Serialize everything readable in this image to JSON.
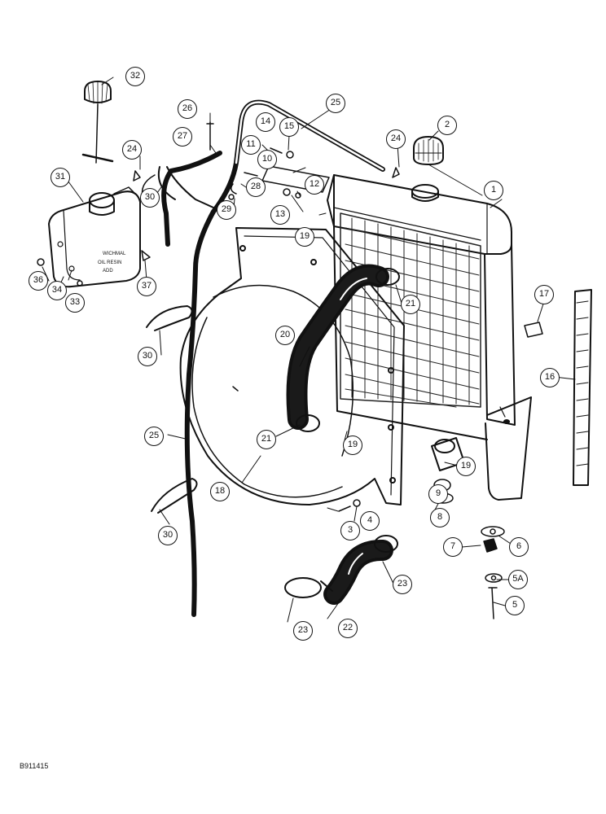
{
  "figure_id": "B911415",
  "callouts": [
    {
      "key": "c1",
      "label": "1"
    },
    {
      "key": "c2",
      "label": "2"
    },
    {
      "key": "c3",
      "label": "3"
    },
    {
      "key": "c4",
      "label": "4"
    },
    {
      "key": "c5",
      "label": "5"
    },
    {
      "key": "c5a",
      "label": "5A"
    },
    {
      "key": "c6",
      "label": "6"
    },
    {
      "key": "c7",
      "label": "7"
    },
    {
      "key": "c8",
      "label": "8"
    },
    {
      "key": "c9",
      "label": "9"
    },
    {
      "key": "c10",
      "label": "10"
    },
    {
      "key": "c11",
      "label": "11"
    },
    {
      "key": "c12",
      "label": "12"
    },
    {
      "key": "c13",
      "label": "13"
    },
    {
      "key": "c14",
      "label": "14"
    },
    {
      "key": "c15",
      "label": "15"
    },
    {
      "key": "c16",
      "label": "16"
    },
    {
      "key": "c17",
      "label": "17"
    },
    {
      "key": "c18",
      "label": "18"
    },
    {
      "key": "c19a",
      "label": "19"
    },
    {
      "key": "c19b",
      "label": "19"
    },
    {
      "key": "c19c",
      "label": "19"
    },
    {
      "key": "c20",
      "label": "20"
    },
    {
      "key": "c21a",
      "label": "21"
    },
    {
      "key": "c21b",
      "label": "21"
    },
    {
      "key": "c22",
      "label": "22"
    },
    {
      "key": "c23a",
      "label": "23"
    },
    {
      "key": "c23b",
      "label": "23"
    },
    {
      "key": "c24a",
      "label": "24"
    },
    {
      "key": "c24b",
      "label": "24"
    },
    {
      "key": "c25a",
      "label": "25"
    },
    {
      "key": "c25b",
      "label": "25"
    },
    {
      "key": "c26",
      "label": "26"
    },
    {
      "key": "c27",
      "label": "27"
    },
    {
      "key": "c28",
      "label": "28"
    },
    {
      "key": "c29",
      "label": "29"
    },
    {
      "key": "c30a",
      "label": "30"
    },
    {
      "key": "c30b",
      "label": "30"
    },
    {
      "key": "c30c",
      "label": "30"
    },
    {
      "key": "c31",
      "label": "31"
    },
    {
      "key": "c32",
      "label": "32"
    },
    {
      "key": "c33",
      "label": "33"
    },
    {
      "key": "c34",
      "label": "34"
    },
    {
      "key": "c36",
      "label": "36"
    },
    {
      "key": "c37",
      "label": "37"
    }
  ]
}
